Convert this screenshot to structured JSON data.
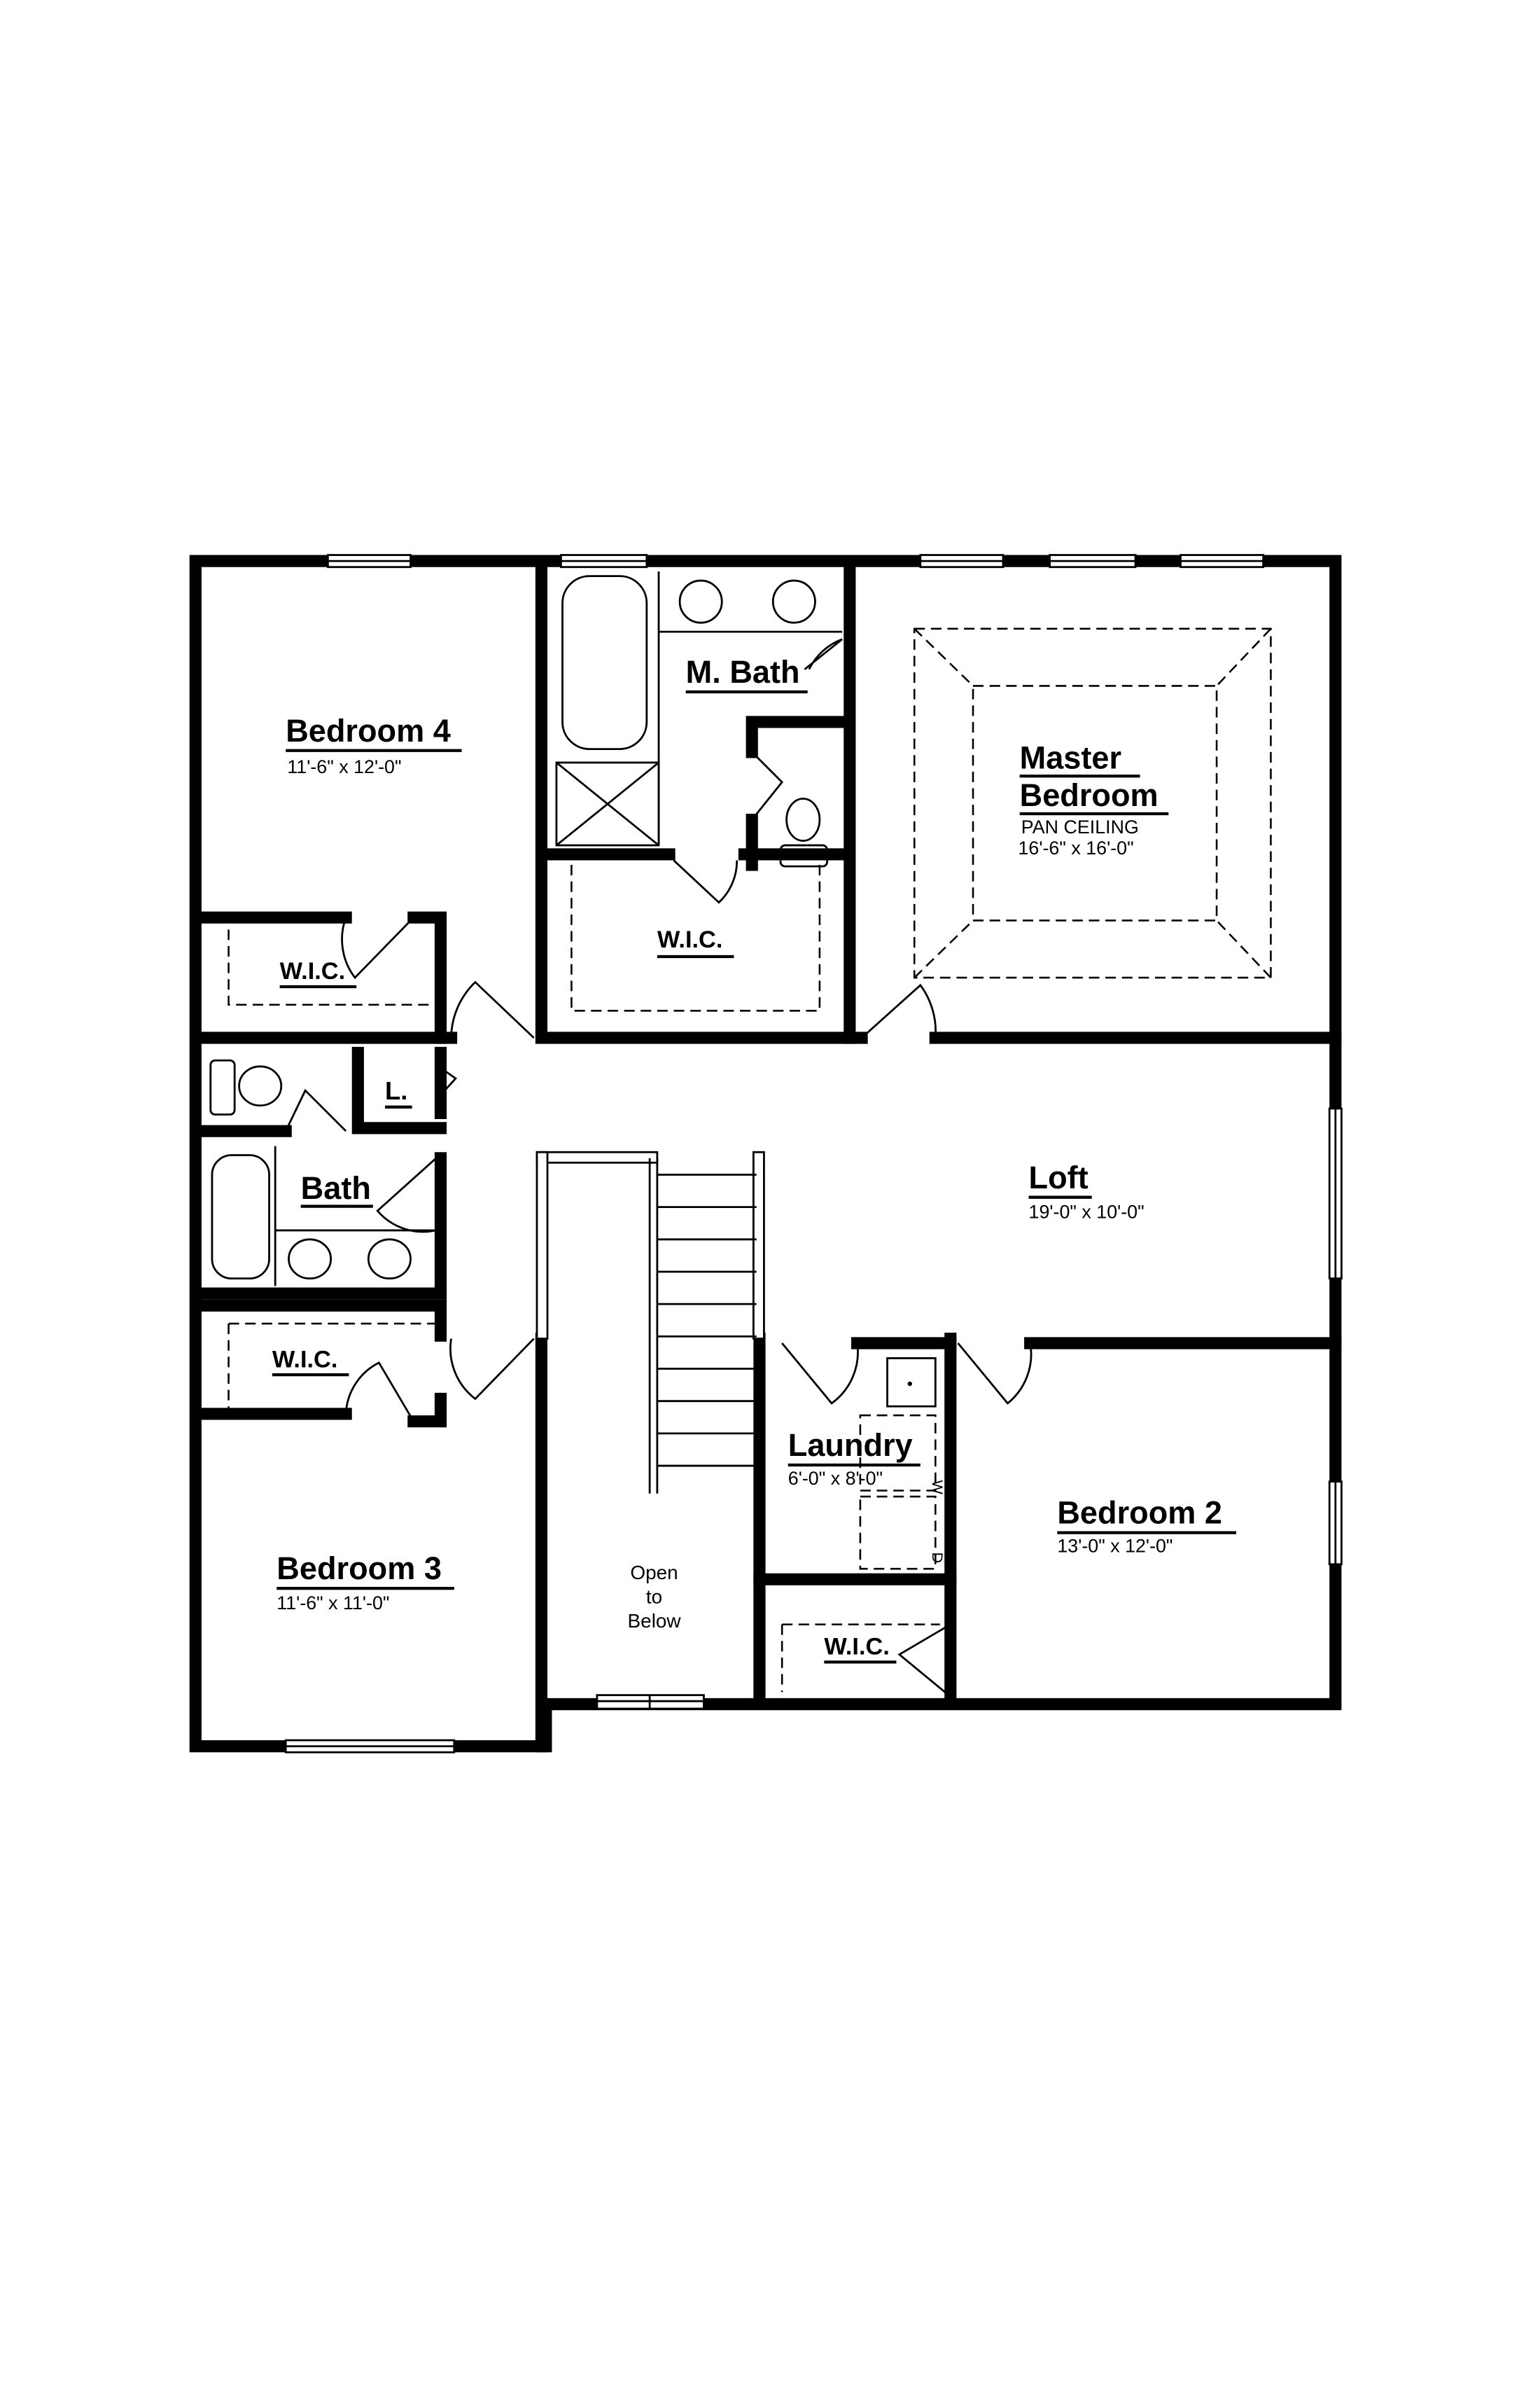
{
  "rooms": {
    "bedroom4": {
      "name": "Bedroom 4",
      "dims": "11'-6\" x 12'-0\""
    },
    "mbath": {
      "name": "M. Bath"
    },
    "master": {
      "name_line1": "Master",
      "name_line2": "Bedroom",
      "note": "PAN CEILING",
      "dims": "16'-6\" x 16'-0\""
    },
    "wic_bed4": {
      "name": "W.I.C."
    },
    "wic_master": {
      "name": "W.I.C."
    },
    "linen": {
      "name": "L."
    },
    "bath": {
      "name": "Bath"
    },
    "loft": {
      "name": "Loft",
      "dims": "19'-0\" x 10'-0\""
    },
    "wic_bed3": {
      "name": "W.I.C."
    },
    "laundry": {
      "name": "Laundry",
      "dims": "6'-0\" x 8'-0\"",
      "washer": "W",
      "dryer": "D"
    },
    "bedroom2": {
      "name": "Bedroom 2",
      "dims": "13'-0\" x 12'-0\""
    },
    "bedroom3": {
      "name": "Bedroom 3",
      "dims": "11'-6\" x 11'-0\""
    },
    "open": {
      "line1": "Open",
      "line2": "to",
      "line3": "Below"
    },
    "wic_bed2": {
      "name": "W.I.C."
    }
  }
}
